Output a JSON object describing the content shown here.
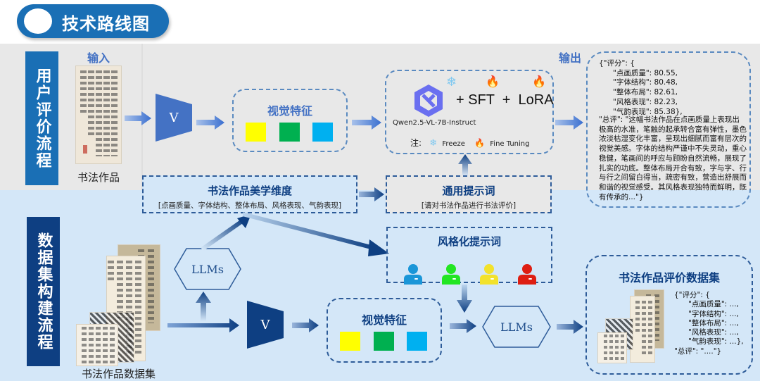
{
  "header": {
    "title": "技术路线图"
  },
  "user_flow": {
    "label": "用户评价流程",
    "input_label": "输入",
    "input_caption": "书法作品",
    "encoder_label": "V",
    "visual_features": {
      "title": "视觉特征",
      "colors": [
        "#ffff00",
        "#00b050",
        "#00b0f0"
      ]
    },
    "model": {
      "name": "Qwen2.5-VL-7B-Instruct",
      "training": "+ SFT  +  LoRA",
      "note_prefix": "注:",
      "freeze_label": "Freeze",
      "finetune_label": "Fine Tuning"
    },
    "output_label": "输出",
    "output": {
      "json_head": "{\"评分\": {\n      \"点画质量\": 80.55,\n      \"字体结构\": 80.48,\n      \"整体布局\": 82.61,\n      \"风格表现\": 82.23,\n      \"气韵表现\": 85.38},",
      "review": "\"总评\": \"这幅书法作品在点画质量上表现出极高的水准，笔触的起承转合富有弹性，墨色浓淡枯湿变化丰富，呈现出细腻而富有层次的视觉美感。字体的结构严谨中不失灵动，重心稳健，笔画间的呼应与顾盼自然流畅，展现了扎实的功底。整体布局开合有致，字与字、行与行之间留白得当，疏密有致，营造出舒展而和谐的视觉感受。其风格表现独特而鲜明，既有传承的...\"}"
    }
  },
  "aesthetic_dimensions": {
    "title": "书法作品美学维度",
    "items": "[点画质量、字体结构、整体布局、风格表现、气韵表现]"
  },
  "general_prompt": {
    "title": "通用提示词",
    "text": "[请对书法作品进行书法评价]"
  },
  "data_flow": {
    "label": "数据集构建流程",
    "dataset_caption": "书法作品数据集",
    "llm_label": "LLMs",
    "encoder_label": "V",
    "visual_features": {
      "title": "视觉特征",
      "colors": [
        "#ffff00",
        "#00b050",
        "#00b0f0"
      ]
    },
    "style_prompt": {
      "title": "风格化提示词",
      "persona_colors": [
        "#1a96d8",
        "#22e622",
        "#f2e22c",
        "#de1e12"
      ]
    },
    "llm2_label": "LLMs",
    "output_dataset": {
      "title": "书法作品评价数据集",
      "json": "{\"评分\": {\n      \"点画质量\": ...,\n      \"字体结构\": ...,\n      \"整体布局\": ...,\n      \"风格表现\": ...,\n      \"气韵表现\": ...},\n\"总评\": \"....\"}"
    }
  },
  "colors": {
    "primary_blue": "#1a6fb5",
    "dark_blue": "#0e3f82",
    "mid_blue": "#4472c4",
    "fire_red": "#e0301e",
    "snow_blue": "#7ec8f0"
  }
}
